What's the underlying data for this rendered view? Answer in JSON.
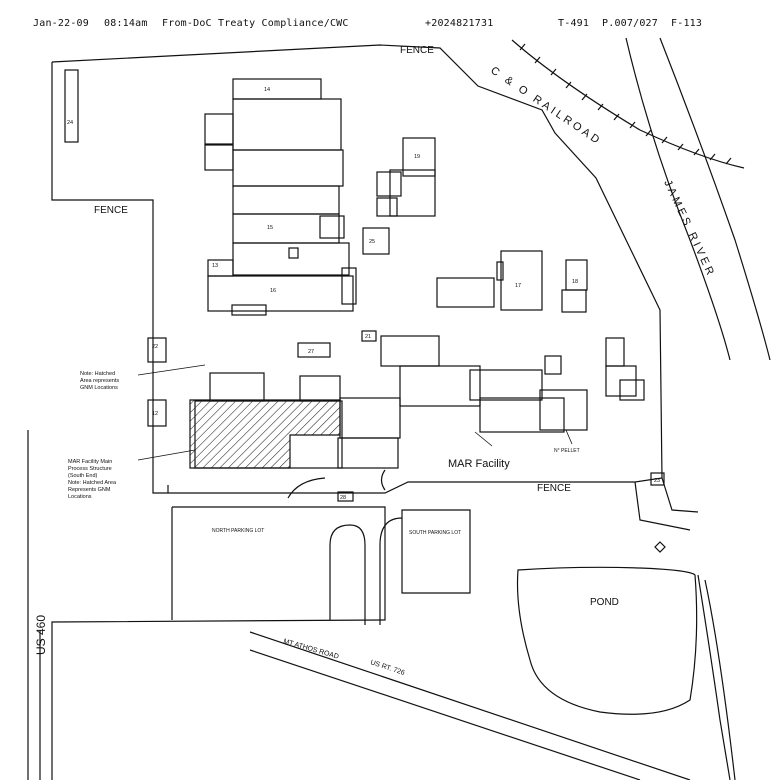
{
  "fax_header": {
    "date": "Jan-22-09",
    "time": "08:14am",
    "from": "From-DoC Treaty Compliance/CWC",
    "phone": "+2024821731",
    "t_code": "T-491",
    "page": "P.007/027",
    "f_code": "F-113"
  },
  "map": {
    "fence_top": "FENCE",
    "fence_left": "FENCE",
    "fence_bottom": "FENCE",
    "railroad": "C & O RAILROAD",
    "river": "JAMES RIVER",
    "facility": "MAR Facility",
    "pond": "POND",
    "north_lot": "NORTH PARKING LOT",
    "south_lot": "SOUTH PARKING LOT",
    "highway": "US 460",
    "road": "MT ATHOS ROAD",
    "route": "US RT. 726",
    "note_hatched_1": "Note: Hatched",
    "note_hatched_2": "Area represents",
    "note_hatched_3": "GNM Locations",
    "note_mar_1": "MAR Facility Main",
    "note_mar_2": "Process Structure",
    "note_mar_3": "(South End)",
    "note_mar_4": "Note: Hatched Area",
    "note_mar_5": "Represents GNM",
    "note_mar_6": "Locations",
    "label_pellet": "N° PELLET",
    "buildings": {
      "b24": "24",
      "b14": "14",
      "b13": "13",
      "b16": "16",
      "b15": "15",
      "b19": "19",
      "b17": "17",
      "b18": "18",
      "b23": "23",
      "b27": "27",
      "b25": "25",
      "b12": "12",
      "b21": "21",
      "b28": "28",
      "b22": "22"
    }
  }
}
